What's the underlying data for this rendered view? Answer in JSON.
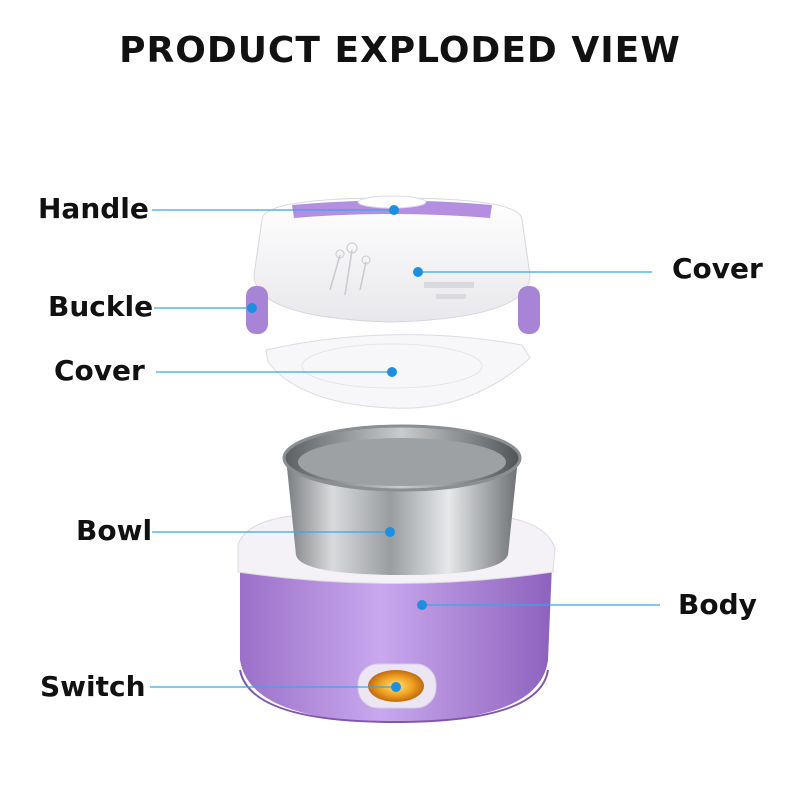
{
  "title": "PRODUCT EXPLODED VIEW",
  "labels": {
    "handle": "Handle",
    "buckle": "Buckle",
    "inner_cover": "Cover",
    "bowl": "Bowl",
    "switch": "Switch",
    "top_cover": "Cover",
    "body": "Body"
  },
  "colors": {
    "accent_purple": "#b48ee0",
    "leader_line": "#3aa6e8",
    "dot": "#1e8fe0"
  }
}
